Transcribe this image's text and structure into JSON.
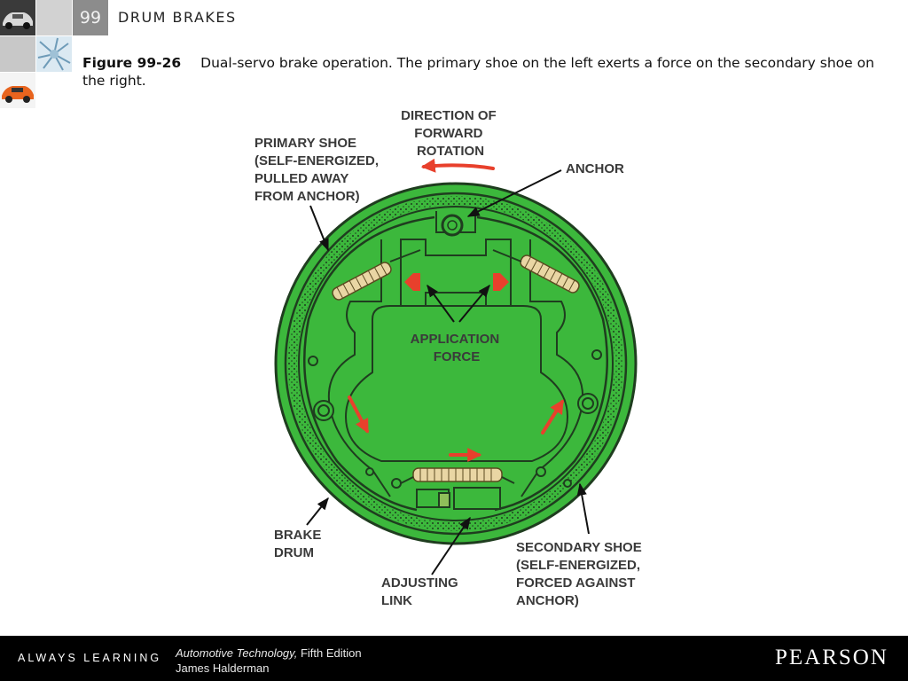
{
  "header": {
    "chapter_number": "99",
    "chapter_title": "DRUM BRAKES"
  },
  "caption": {
    "figure_number": "Figure 99-26",
    "text": "Dual-servo brake operation. The primary shoe on the left exerts a force on the secondary shoe on the right."
  },
  "diagram": {
    "labels": {
      "direction": [
        "DIRECTION OF",
        "FORWARD",
        "ROTATION"
      ],
      "anchor": [
        "ANCHOR"
      ],
      "primary_shoe": [
        "PRIMARY SHOE",
        "(SELF-ENERGIZED,",
        "PULLED AWAY",
        "FROM ANCHOR)"
      ],
      "application_force": [
        "APPLICATION",
        "FORCE"
      ],
      "brake_drum": [
        "BRAKE",
        "DRUM"
      ],
      "adjusting_link": [
        "ADJUSTING",
        "LINK"
      ],
      "secondary_shoe": [
        "SECONDARY SHOE",
        "(SELF-ENERGIZED,",
        "FORCED AGAINST",
        "ANCHOR)"
      ]
    },
    "colors": {
      "plate": "#3cb83c",
      "outline": "#1f3d1f",
      "arrow": "#e8402c",
      "spring": "#e9d6a4",
      "label": "#3a3a3a"
    }
  },
  "footer": {
    "tagline": "ALWAYS LEARNING",
    "book_title": "Automotive Technology,",
    "edition": "Fifth Edition",
    "author": "James Halderman",
    "publisher": "PEARSON"
  }
}
